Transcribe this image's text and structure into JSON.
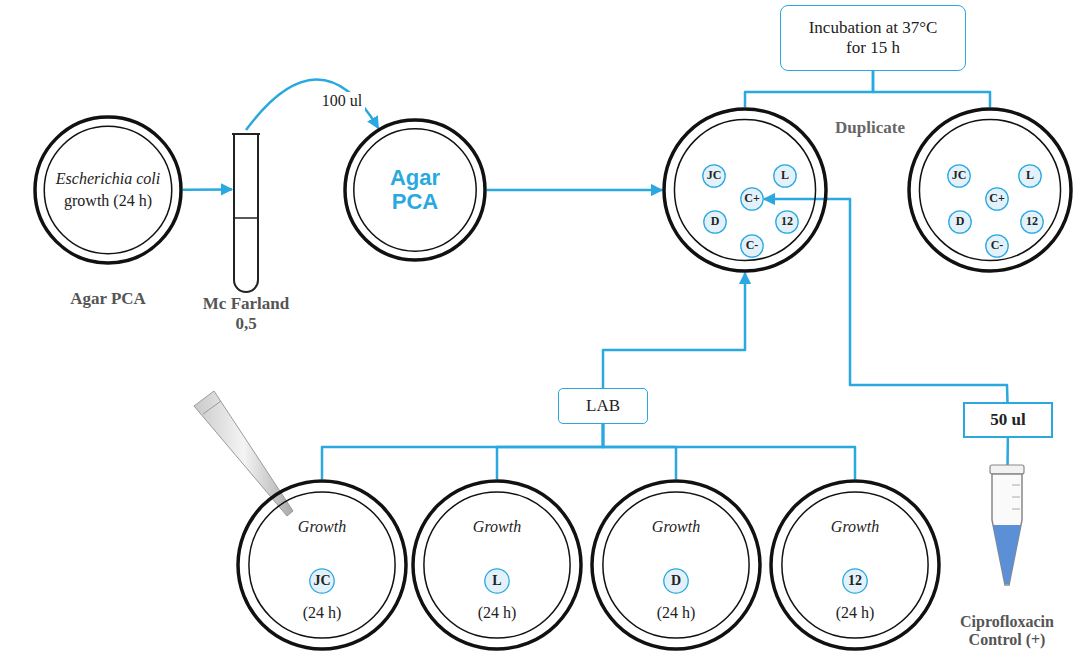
{
  "diagram": {
    "nodes": [
      {
        "text": [
          "Escherichia coli",
          "growth (24 h)",
          "Agar PCA"
        ]
      },
      {
        "text": [
          "Mc Farland 0,5"
        ]
      },
      {
        "text": [
          "Agar PCA"
        ]
      },
      {
        "text": [
          "Incubation at 37°C for 15 h"
        ]
      },
      {
        "text": []
      },
      {
        "text": [
          "JC"
        ],
        "in": 4
      },
      {
        "text": [
          "L"
        ],
        "in": 4
      },
      {
        "text": [
          "C+"
        ],
        "in": 4
      },
      {
        "text": [
          "D"
        ],
        "in": 4
      },
      {
        "text": [
          "12"
        ],
        "in": 4
      },
      {
        "text": [
          "C-"
        ],
        "in": 4
      },
      {
        "text": []
      },
      {
        "text": [
          "JC"
        ],
        "in": 11
      },
      {
        "text": [
          "L"
        ],
        "in": 11
      },
      {
        "text": [
          "C+"
        ],
        "in": 11
      },
      {
        "text": [
          "D"
        ],
        "in": 11
      },
      {
        "text": [
          "12"
        ],
        "in": 11
      },
      {
        "text": [
          "C-"
        ],
        "in": 11
      },
      {
        "text": [
          "LAB"
        ]
      },
      {
        "text": [
          "Growth",
          "(24 h)"
        ]
      },
      {
        "text": [
          "JC"
        ],
        "in": 19
      },
      {
        "text": [
          "Growth",
          "(24 h)"
        ]
      },
      {
        "text": [
          "L"
        ],
        "in": 21
      },
      {
        "text": [
          "Growth",
          "(24 h)"
        ]
      },
      {
        "text": [
          "D"
        ],
        "in": 23
      },
      {
        "text": [
          "Growth",
          "(24 h)"
        ]
      },
      {
        "text": [
          "12"
        ],
        "in": 25
      },
      {
        "text": [
          "50 ul"
        ]
      },
      {
        "text": [
          "Ciprofloxacin Control (+)"
        ]
      }
    ],
    "edges": [
      {
        "from": 0,
        "to": 1,
        "arrow": "to"
      },
      {
        "from": 1,
        "to": 2,
        "label": "100 ul",
        "arrow": "to"
      },
      {
        "from": 2,
        "to": 4,
        "arrow": "to"
      },
      {
        "from": 3,
        "to": 4,
        "arrow": "none"
      },
      {
        "from": 3,
        "to": 11,
        "arrow": "none"
      },
      {
        "from": 19,
        "to": 18,
        "arrow": "none"
      },
      {
        "from": 21,
        "to": 18,
        "arrow": "none"
      },
      {
        "from": 23,
        "to": 18,
        "arrow": "none"
      },
      {
        "from": 25,
        "to": 18,
        "arrow": "none"
      },
      {
        "from": 18,
        "to": 4,
        "arrow": "to"
      },
      {
        "from": 28,
        "to": 27,
        "arrow": "none"
      },
      {
        "from": 27,
        "to": 7,
        "arrow": "to"
      }
    ],
    "labels": [
      "Duplicate"
    ]
  }
}
